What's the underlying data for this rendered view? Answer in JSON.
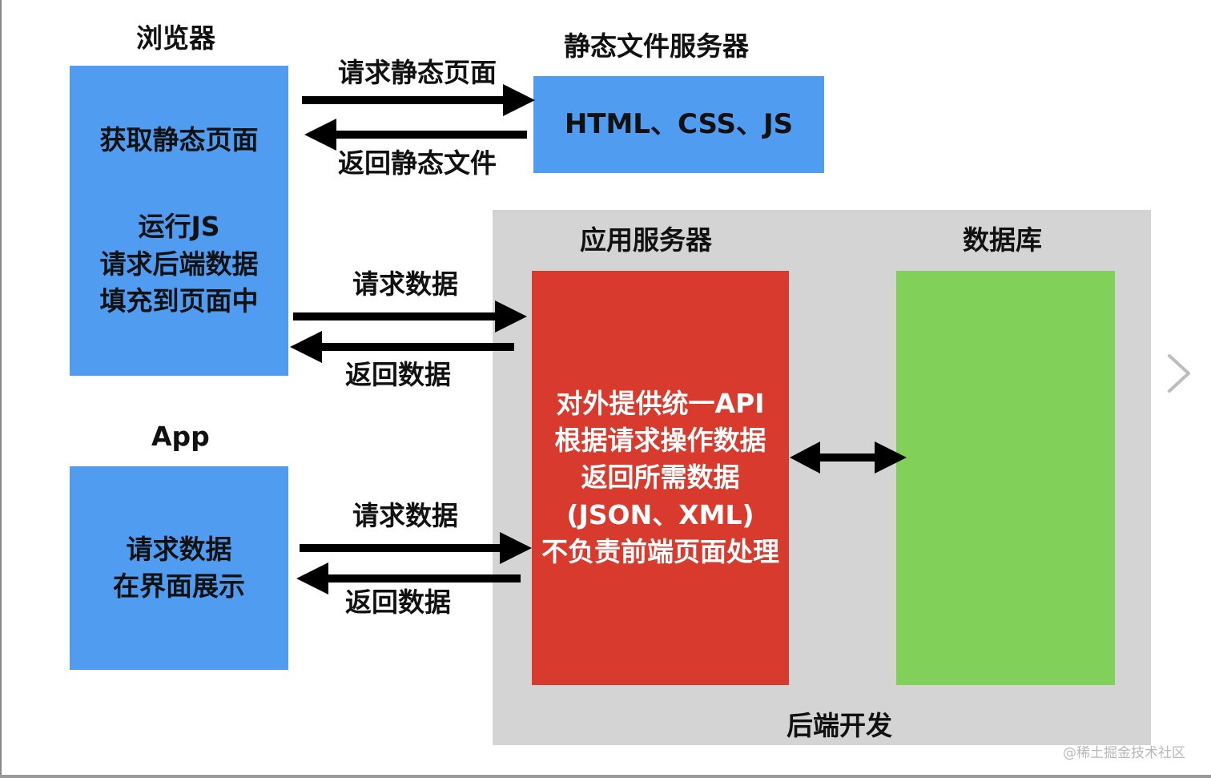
{
  "browser": {
    "title": "浏览器",
    "lines": [
      "获取静态页面",
      "",
      "运行JS",
      "请求后端数据",
      "填充到页面中"
    ]
  },
  "static_server": {
    "title": "静态文件服务器",
    "content": "HTML、CSS、JS"
  },
  "app": {
    "title": "App",
    "lines": [
      "请求数据",
      "在界面展示"
    ]
  },
  "backend": {
    "label": "后端开发",
    "app_server": {
      "title": "应用服务器",
      "lines": [
        "对外提供统一API",
        "根据请求操作数据",
        "返回所需数据",
        "(JSON、XML)",
        "不负责前端页面处理"
      ]
    },
    "database": {
      "title": "数据库"
    }
  },
  "arrows": {
    "request_static": "请求静态页面",
    "return_static": "返回静态文件",
    "browser_request_data": "请求数据",
    "browser_return_data": "返回数据",
    "app_request_data": "请求数据",
    "app_return_data": "返回数据"
  },
  "watermark": "@稀土掘金技术社区",
  "colors": {
    "client_box": "#4f9cf0",
    "app_server": "#d83a2e",
    "database": "#80d05a",
    "backend_panel": "#d4d4d4",
    "arrow": "#000000"
  },
  "icons": {
    "next": "chevron-right-icon"
  }
}
